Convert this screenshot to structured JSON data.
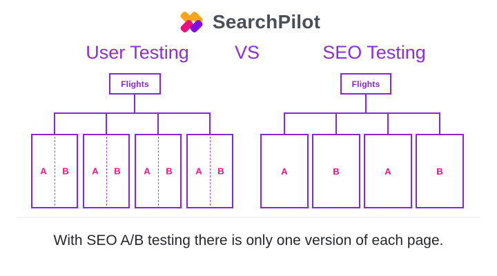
{
  "logo": {
    "text": "SearchPilot",
    "icon": "double-chevron-right",
    "colors": {
      "orange": "#F9A51B",
      "pink": "#E8117D",
      "violet": "#7E12DC",
      "text": "#4A4F57"
    }
  },
  "comparison_header": {
    "left": "User Testing",
    "middle": "VS",
    "right": "SEO Testing",
    "color": "#8B2FD9"
  },
  "user_testing_tree": {
    "root_label": "Flights",
    "pages": [
      {
        "variant_a": "A",
        "variant_b": "B"
      },
      {
        "variant_a": "A",
        "variant_b": "B"
      },
      {
        "variant_a": "A",
        "variant_b": "B"
      },
      {
        "variant_a": "A",
        "variant_b": "B"
      }
    ]
  },
  "seo_testing_tree": {
    "root_label": "Flights",
    "pages": [
      {
        "variant": "A"
      },
      {
        "variant": "B"
      },
      {
        "variant": "A"
      },
      {
        "variant": "B"
      }
    ]
  },
  "caption": {
    "text": "With SEO A/B testing there is only one version of each page."
  },
  "colors": {
    "purple_line": "#8626D6",
    "dashed_divider": "#9D48DF",
    "variant_pink": "#EC168A",
    "footer_divider": "#EDEDED",
    "caption_text": "#26272B",
    "background": "#FFFFFF"
  }
}
